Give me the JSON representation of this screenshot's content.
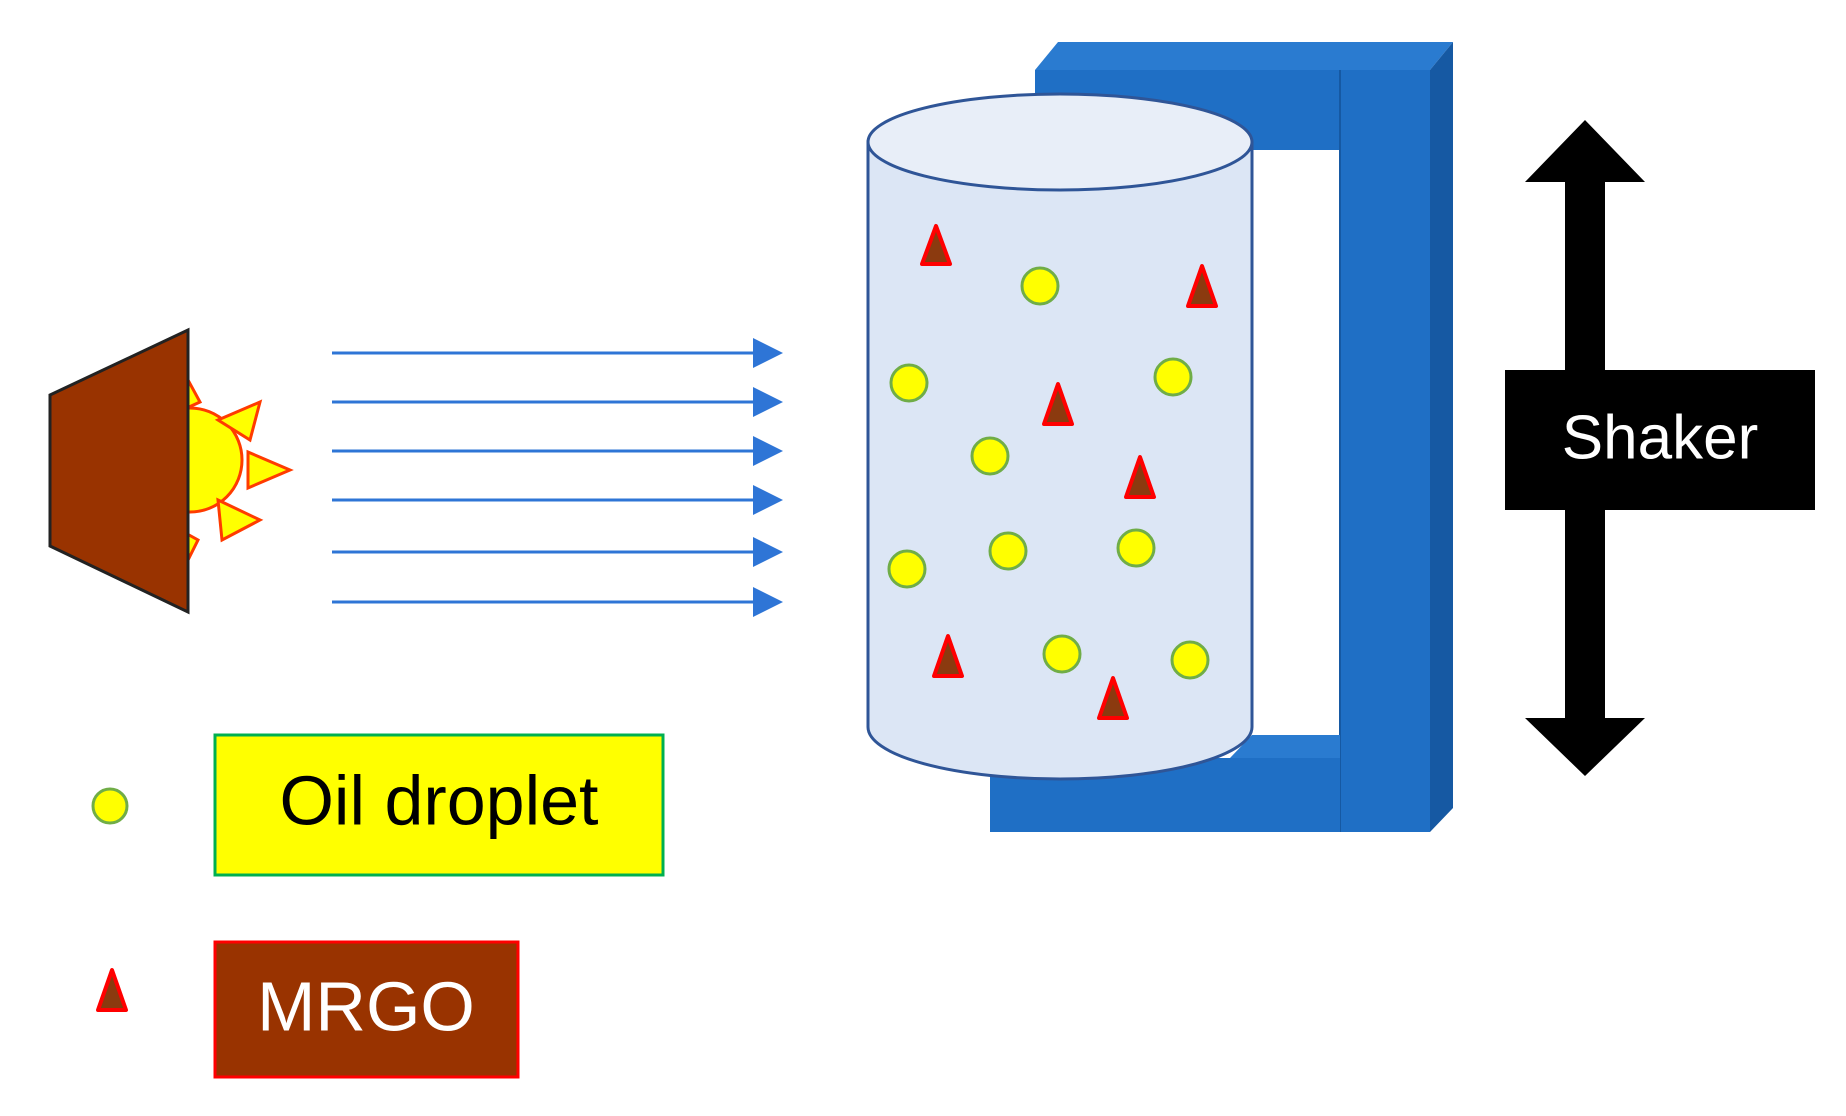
{
  "shaker": {
    "label": "Shaker"
  },
  "legend": {
    "oil_droplet_label": "Oil droplet",
    "mrgo_label": "MRGO"
  },
  "colors": {
    "shaker_blue": "#1F6FC5",
    "shaker_blue_dark": "#1659A3",
    "shaker_blue_light": "#2A7BD0",
    "beaker_fill": "#DCE6F5",
    "beaker_top": "#E8EEF8",
    "beaker_stroke": "#2F5597",
    "oil_droplet_fill": "#FFFF00",
    "oil_droplet_stroke": "#70AD47",
    "mrgo_fill": "#8B3A0F",
    "mrgo_stroke": "#FF0000",
    "lamp_body": "#993300",
    "sun_fill": "#FFFF00",
    "sun_stroke": "#FF3B00",
    "light_ray": "#2E75D6",
    "shaker_arrow": "#000000",
    "oil_label_bg": "#FFFF00",
    "oil_label_border": "#00B050",
    "mrgo_label_bg": "#993300",
    "mrgo_label_border": "#FF0000",
    "mrgo_label_text": "#FFFFFF"
  },
  "icons": {
    "light_source": "lamp-sun-icon",
    "oil_droplet": "circle-icon",
    "mrgo": "triangle-icon",
    "shaker_arrow": "double-arrow-vertical-icon"
  }
}
